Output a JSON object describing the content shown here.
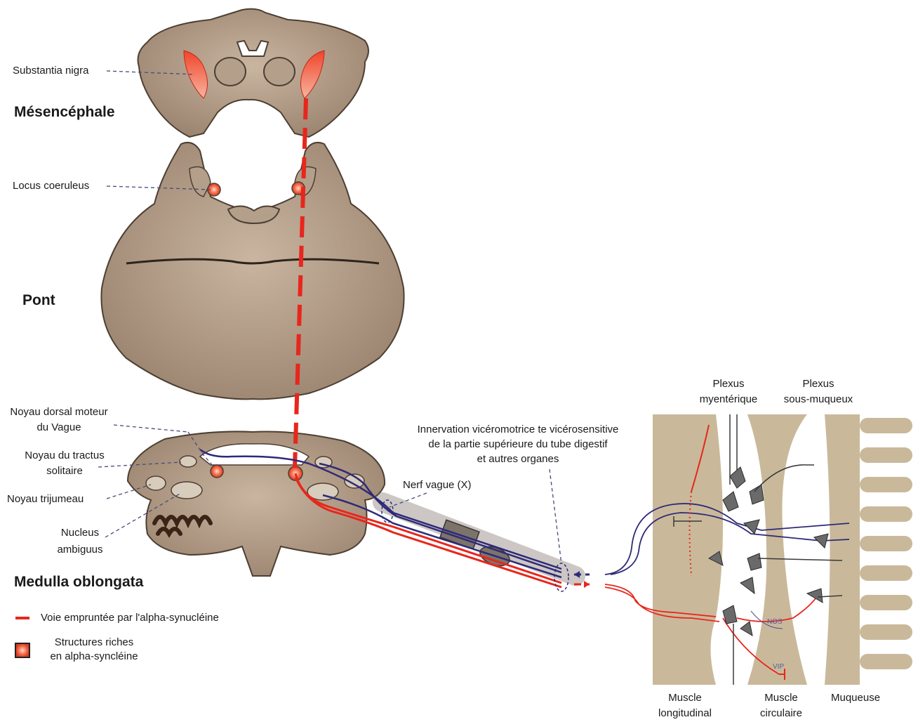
{
  "regions": {
    "mesencephale": "Mésencéphale",
    "pont": "Pont",
    "medulla": "Medulla oblongata"
  },
  "structures": {
    "substantia_nigra": "Substantia nigra",
    "locus_coeruleus": "Locus coeruleus",
    "noyau_dorsal_line1": "Noyau dorsal moteur",
    "noyau_dorsal_line2": "du Vague",
    "tractus_line1": "Noyau du tractus",
    "tractus_line2": "solitaire",
    "trijumeau": "Noyau trijumeau",
    "ambiguus_line1": "Nucleus",
    "ambiguus_line2": "ambiguus"
  },
  "nerve": {
    "innervation_line1": "Innervation vicéromotrice te vicérosensitive",
    "innervation_line2": "de la partie supérieure du tube digestif",
    "innervation_line3": "et autres organes",
    "nerf_vague": "Nerf vague (X)"
  },
  "gut": {
    "plexus_myenterique_line1": "Plexus",
    "plexus_myenterique_line2": "myentérique",
    "plexus_sous_line1": "Plexus",
    "plexus_sous_line2": "sous-muqueux",
    "muscle_long_line1": "Muscle",
    "muscle_long_line2": "longitudinal",
    "muscle_circ_line1": "Muscle",
    "muscle_circ_line2": "circulaire",
    "muqueuse": "Muqueuse",
    "nos": "NOS",
    "vip": "VIP"
  },
  "legend": {
    "pathway": "Voie empruntée par l'alpha-synucléine",
    "rich_line1": "Structures riches",
    "rich_line2": "en alpha-syncléine"
  },
  "colors": {
    "tissue": "#a38d78",
    "tissue_dark": "#5a4a3c",
    "pathway_red": "#e8261c",
    "vagal_blue": "#2e2a78",
    "gut_tan": "#c9b99a",
    "neuron_grey": "#6a6a6a"
  }
}
